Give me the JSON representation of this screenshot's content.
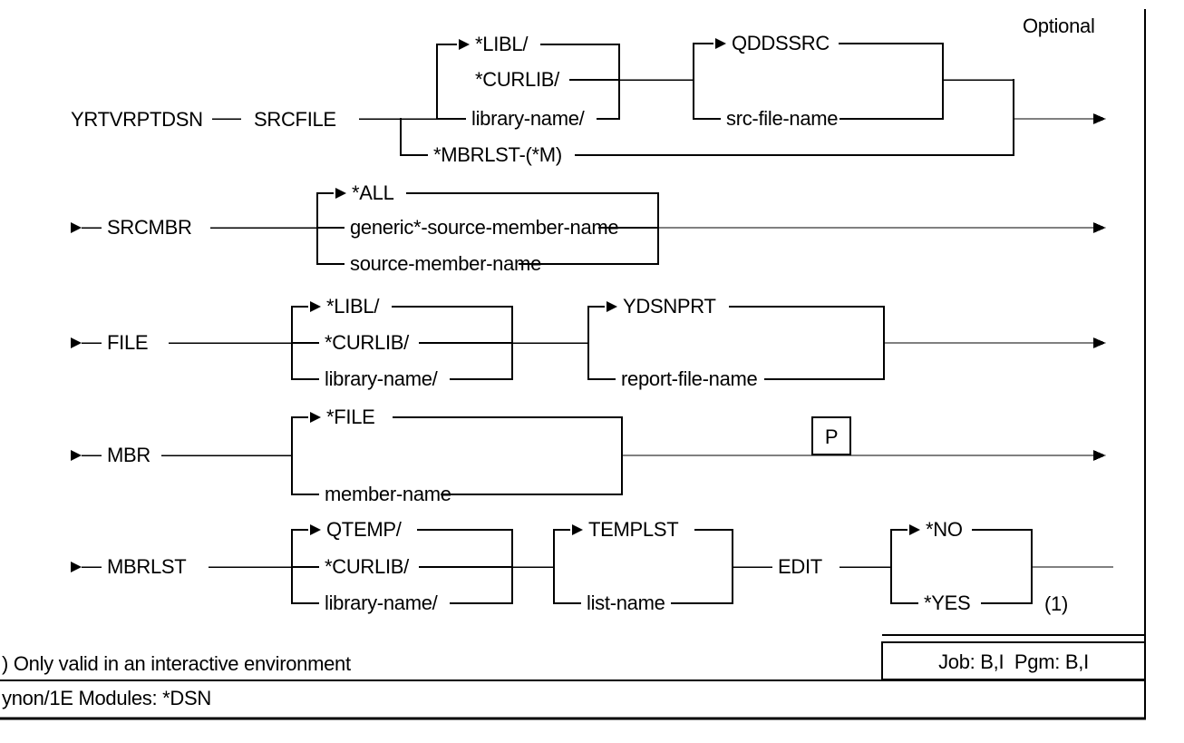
{
  "header": {
    "optional_label": "Optional"
  },
  "diagram": {
    "command": "YRTVRPTDSN",
    "srcfile": {
      "label": "SRCFILE",
      "lib_options": [
        "*LIBL/",
        "*CURLIB/",
        "library-name/"
      ],
      "file_options": [
        "QDDSSRC",
        "src-file-name"
      ],
      "bypass_option": "*MBRLST-(*M)"
    },
    "srcmbr": {
      "label": "SRCMBR",
      "options": [
        "*ALL",
        "generic*-source-member-name",
        "source-member-name"
      ]
    },
    "file": {
      "label": "FILE",
      "lib_options": [
        "*LIBL/",
        "*CURLIB/",
        "library-name/"
      ],
      "file_options": [
        "YDSNPRT",
        "report-file-name"
      ]
    },
    "mbr": {
      "label": "MBR",
      "options": [
        "*FILE",
        "member-name"
      ],
      "repeat_marker": "P"
    },
    "mbrlst": {
      "label": "MBRLST",
      "lib_options": [
        "QTEMP/",
        "*CURLIB/",
        "library-name/"
      ],
      "list_options": [
        "TEMPLST",
        "list-name"
      ],
      "edit_label": "EDIT",
      "edit_options": [
        "*NO",
        "*YES"
      ],
      "footnote_ref": "(1)"
    }
  },
  "footer": {
    "footnote": ") Only valid in an interactive environment",
    "job_pgm": "Job: B,I  Pgm: B,I",
    "modules": "ynon/1E Modules: *DSN"
  }
}
